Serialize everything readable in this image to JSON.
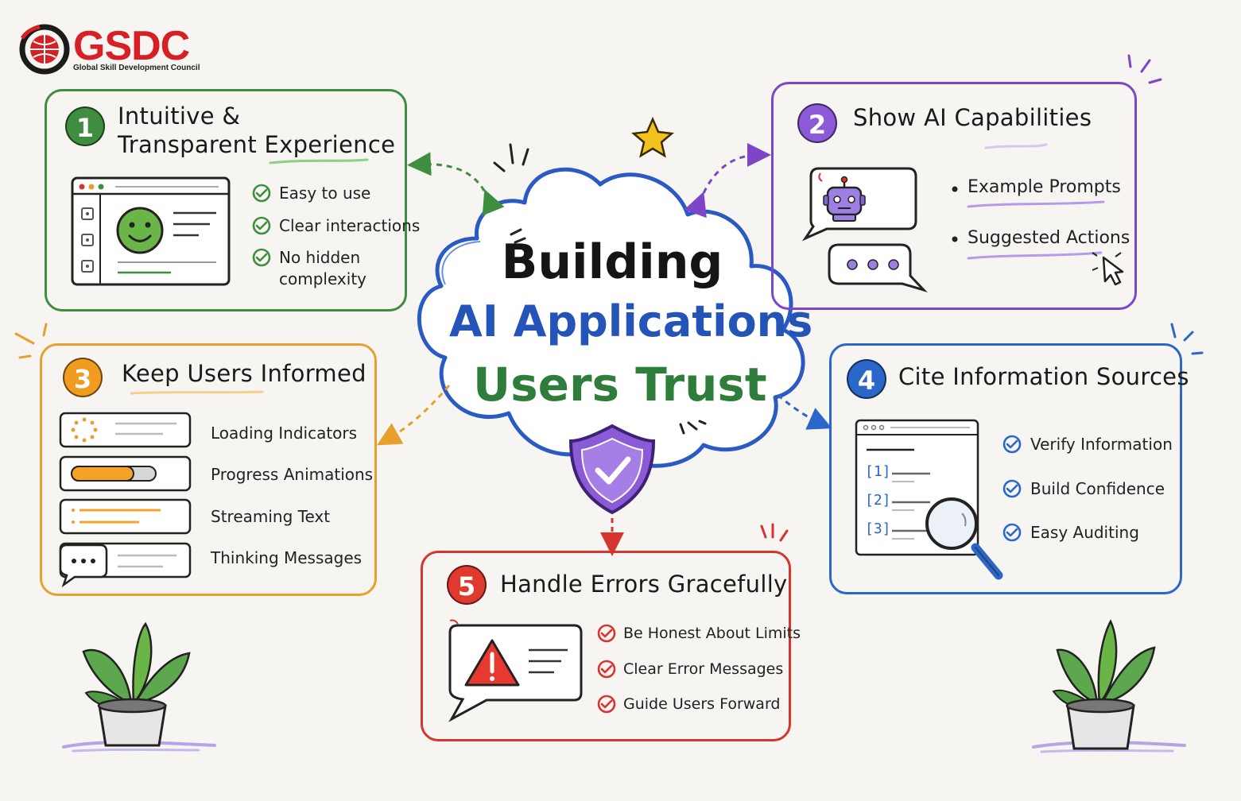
{
  "logo": {
    "name": "GSDC",
    "subtitle": "Global Skill Development Council"
  },
  "center": {
    "line1": "Building",
    "line2": "AI Applications",
    "line3": "Users Trust"
  },
  "panels": [
    {
      "number": "1",
      "title_line1": "Intuitive &",
      "title_line2": "Transparent Experience",
      "items": [
        "Easy to use",
        "Clear interactions",
        "No hidden",
        "complexity"
      ]
    },
    {
      "number": "2",
      "title": "Show AI Capabilities",
      "items": [
        "Example Prompts",
        "Suggested Actions"
      ]
    },
    {
      "number": "3",
      "title": "Keep Users Informed",
      "items": [
        "Loading Indicators",
        "Progress Animations",
        "Streaming Text",
        "Thinking Messages"
      ]
    },
    {
      "number": "4",
      "title": "Cite Information Sources",
      "items": [
        "Verify Information",
        "Build Confidence",
        "Easy Auditing"
      ],
      "citations": [
        "[1]",
        "[2]",
        "[3]"
      ]
    },
    {
      "number": "5",
      "title": "Handle Errors Gracefully",
      "items": [
        "Be Honest About Limits",
        "Clear Error Messages",
        "Guide Users Forward"
      ]
    }
  ],
  "colors": {
    "green": "#3f8e3f",
    "purple": "#7e45c8",
    "orange": "#e7a02c",
    "blue": "#2a67c8",
    "red": "#d6342f",
    "brand_red": "#d71f26"
  },
  "icons": [
    "globe-logo-icon",
    "smiley-face-icon",
    "check-circle-icon",
    "robot-icon",
    "chat-bubble-icon",
    "cursor-icon",
    "spinner-icon",
    "progress-bar-icon",
    "document-icon",
    "magnifier-icon",
    "warning-icon",
    "shield-check-icon",
    "star-icon",
    "plant-icon"
  ]
}
